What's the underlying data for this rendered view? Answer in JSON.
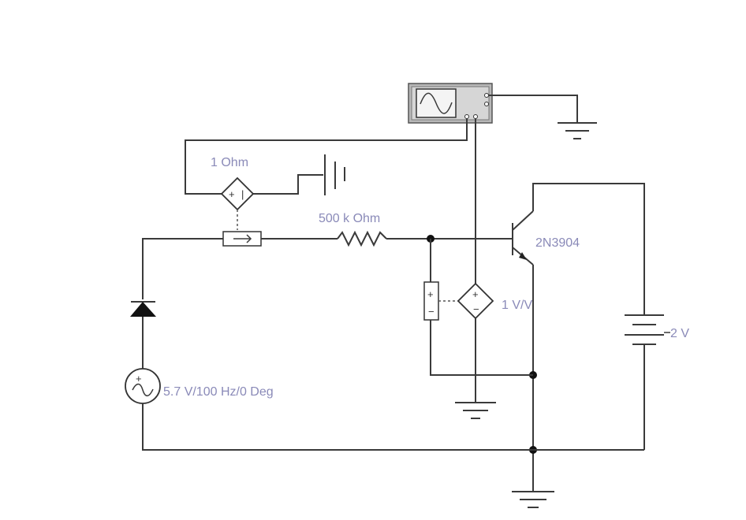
{
  "components": {
    "current_controlled_source": {
      "label": "1  Ohm"
    },
    "resistor": {
      "label": "500 k Ohm"
    },
    "transistor": {
      "label": "2N3904"
    },
    "voltage_controlled_source": {
      "label": "1 V/V"
    },
    "battery": {
      "label": "2 V"
    },
    "ac_source": {
      "label": "5.7 V/100 Hz/0 Deg"
    }
  },
  "colors": {
    "wire": "#3a3a3a",
    "label": "#8a8ab8",
    "oscilloscope_body": "#b0b0b0"
  }
}
